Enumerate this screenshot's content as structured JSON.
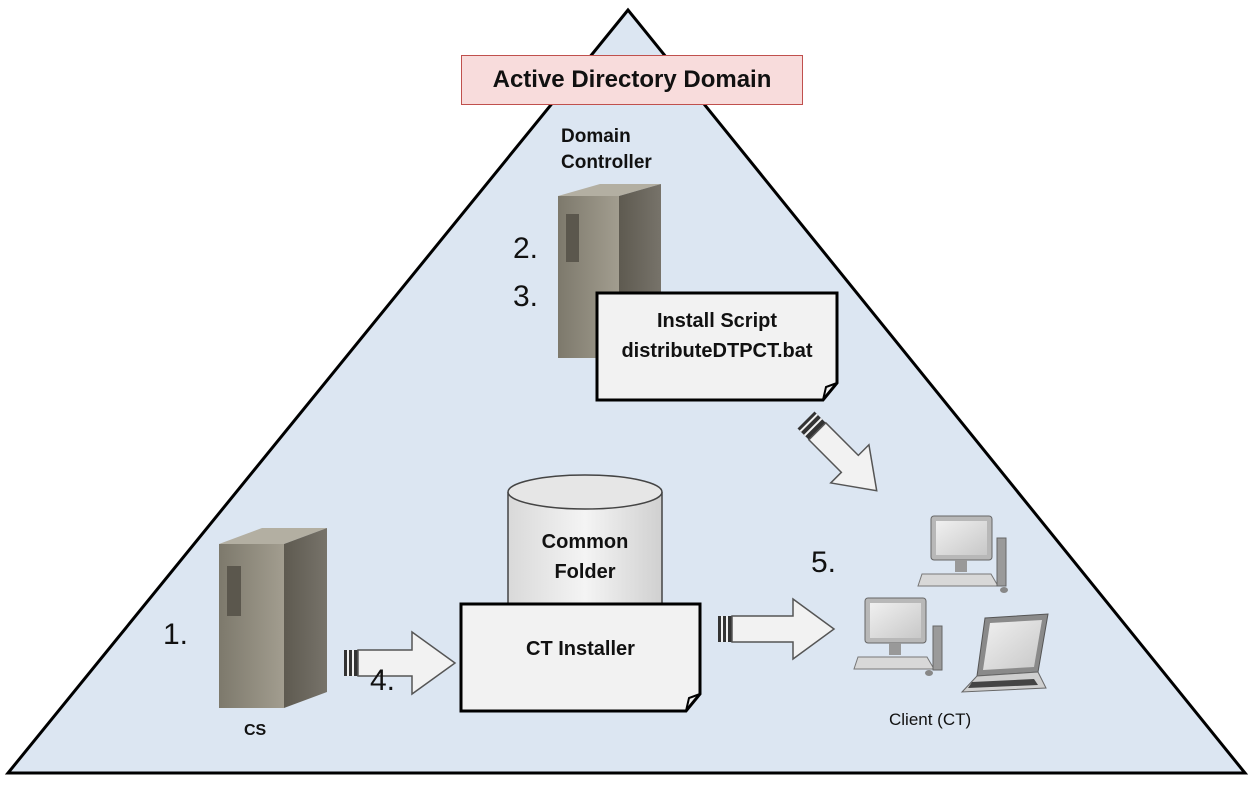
{
  "title": "Active Directory Domain",
  "domain_controller": {
    "label_line1": "Domain",
    "label_line2": "Controller",
    "icon": "tower-server-icon"
  },
  "install_script": {
    "line1": "Install Script",
    "line2": "distributeDTPCT.bat",
    "icon": "document-icon"
  },
  "common_folder": {
    "line1": "Common",
    "line2": "Folder",
    "icon": "database-cylinder-icon"
  },
  "ct_installer": {
    "label": "CT Installer",
    "icon": "document-icon"
  },
  "cs": {
    "label": "CS",
    "icon": "tower-server-icon"
  },
  "client": {
    "label": "Client (CT)",
    "icons": [
      "desktop-computer-icon",
      "desktop-computer-icon",
      "laptop-icon"
    ]
  },
  "steps": {
    "s1": "1.",
    "s2": "2.",
    "s3": "3.",
    "s4": "4.",
    "s5": "5."
  },
  "colors": {
    "domain_fill": "#dce6f2",
    "title_fill": "#f8dcdc",
    "title_border": "#c0504d",
    "server_body": "#8c8778",
    "arrow_fill": "#f2f2f2",
    "document_fill": "#f2f2f2"
  }
}
